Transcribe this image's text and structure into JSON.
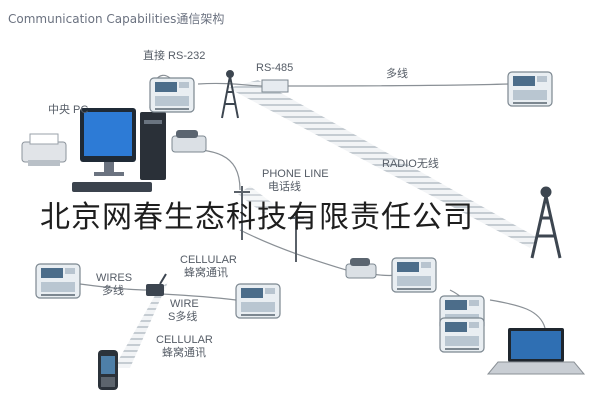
{
  "title": "Communication Capabilities通信架构",
  "labels": {
    "direct_rs232": "直接 RS-232",
    "rs485": "RS-485",
    "multi_wire_top": "多线",
    "central_pc": "中央 PC",
    "radio": "RADIO无线",
    "phone_line": "PHONE LINE",
    "phone_line_cn": "电话线",
    "wires": "WIRES",
    "wires_cn": "多线",
    "cellular_1": "CELLULAR",
    "cellular_1_cn": "蜂窝通讯",
    "wire_s": "WIRE",
    "wire_s_cn": "S多线",
    "cellular_2": "CELLULAR",
    "cellular_2_cn": "蜂窝通讯"
  },
  "watermark": "北京网春生态科技有限责任公司",
  "colors": {
    "device_body": "#e9eef2",
    "device_screen": "#4c6d8a",
    "cable": "#8a9096",
    "radio_wave": "#c3c9cf",
    "text": "#555c66"
  }
}
